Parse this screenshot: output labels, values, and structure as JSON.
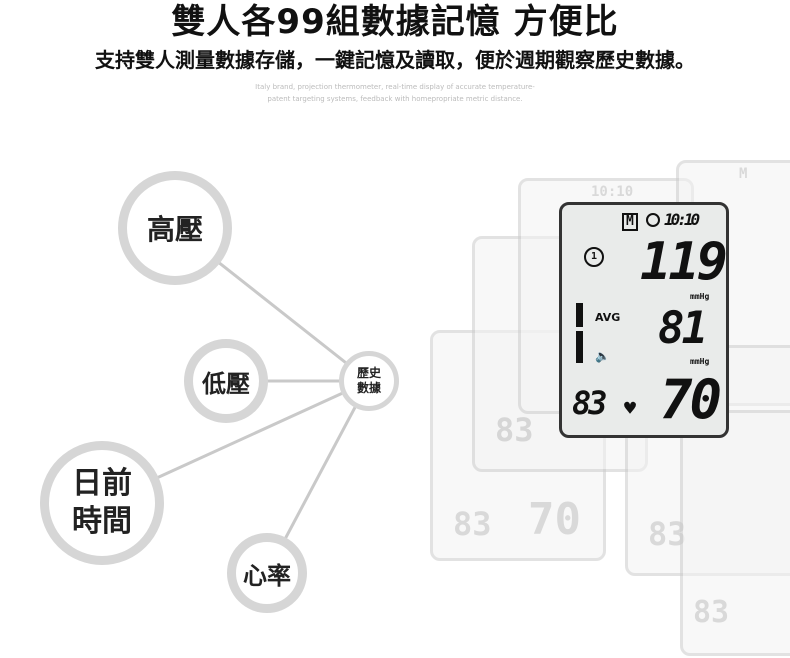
{
  "header": {
    "title": "雙人各99組數據記憶 方便比",
    "subtitle": "支持雙人測量數據存儲，一鍵記憶及讀取，便於週期觀察歷史數據。",
    "tagline_1": "Italy brand, projection thermometer, real-time display of accurate temperature-",
    "tagline_2": "patent targeting systems, feedback with homepropriate metric distance."
  },
  "diagram": {
    "hub": "歷史數據",
    "nodes": [
      {
        "label": "高壓"
      },
      {
        "label": "低壓"
      },
      {
        "label": "日前時間"
      },
      {
        "label": "心率"
      }
    ]
  },
  "lcd": {
    "memory": "M",
    "time": "10:10",
    "user": "1",
    "systolic": "119",
    "unit1": "mmHg",
    "avg": "AVG",
    "diastolic": "81",
    "unit2": "mmHg",
    "pulse_left": "83",
    "pulse": "70"
  }
}
